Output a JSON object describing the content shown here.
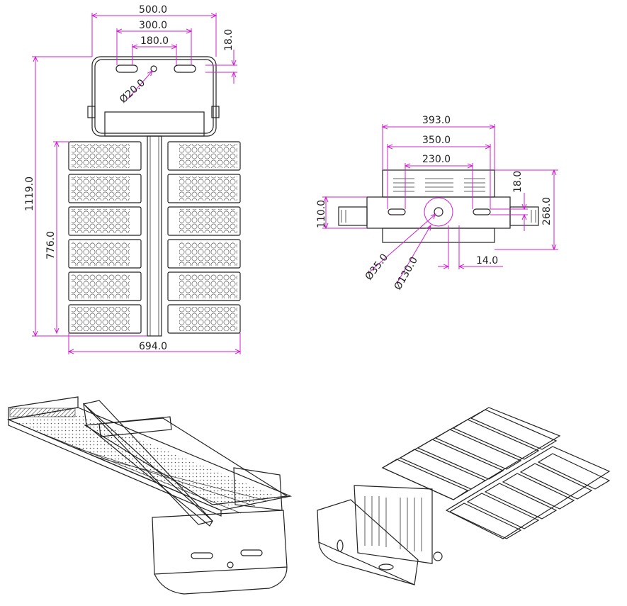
{
  "colors": {
    "line": "#222222",
    "dimension": "#d21fd2",
    "background": "#ffffff"
  },
  "front_view": {
    "width_top": "500.0",
    "slot_span": "300.0",
    "slot_inner": "180.0",
    "slot_height": "18.0",
    "hole_dia": "Ø20.0",
    "overall_height": "1119.0",
    "module_height": "776.0",
    "overall_width": "694.0"
  },
  "side_view": {
    "width_outer": "393.0",
    "width_mid": "350.0",
    "width_inner": "230.0",
    "slot_height": "18.0",
    "bracket_height": "110.0",
    "overall_height": "268.0",
    "hole_small": "Ø35.0",
    "hole_large": "Ø130.0",
    "offset": "14.0"
  }
}
